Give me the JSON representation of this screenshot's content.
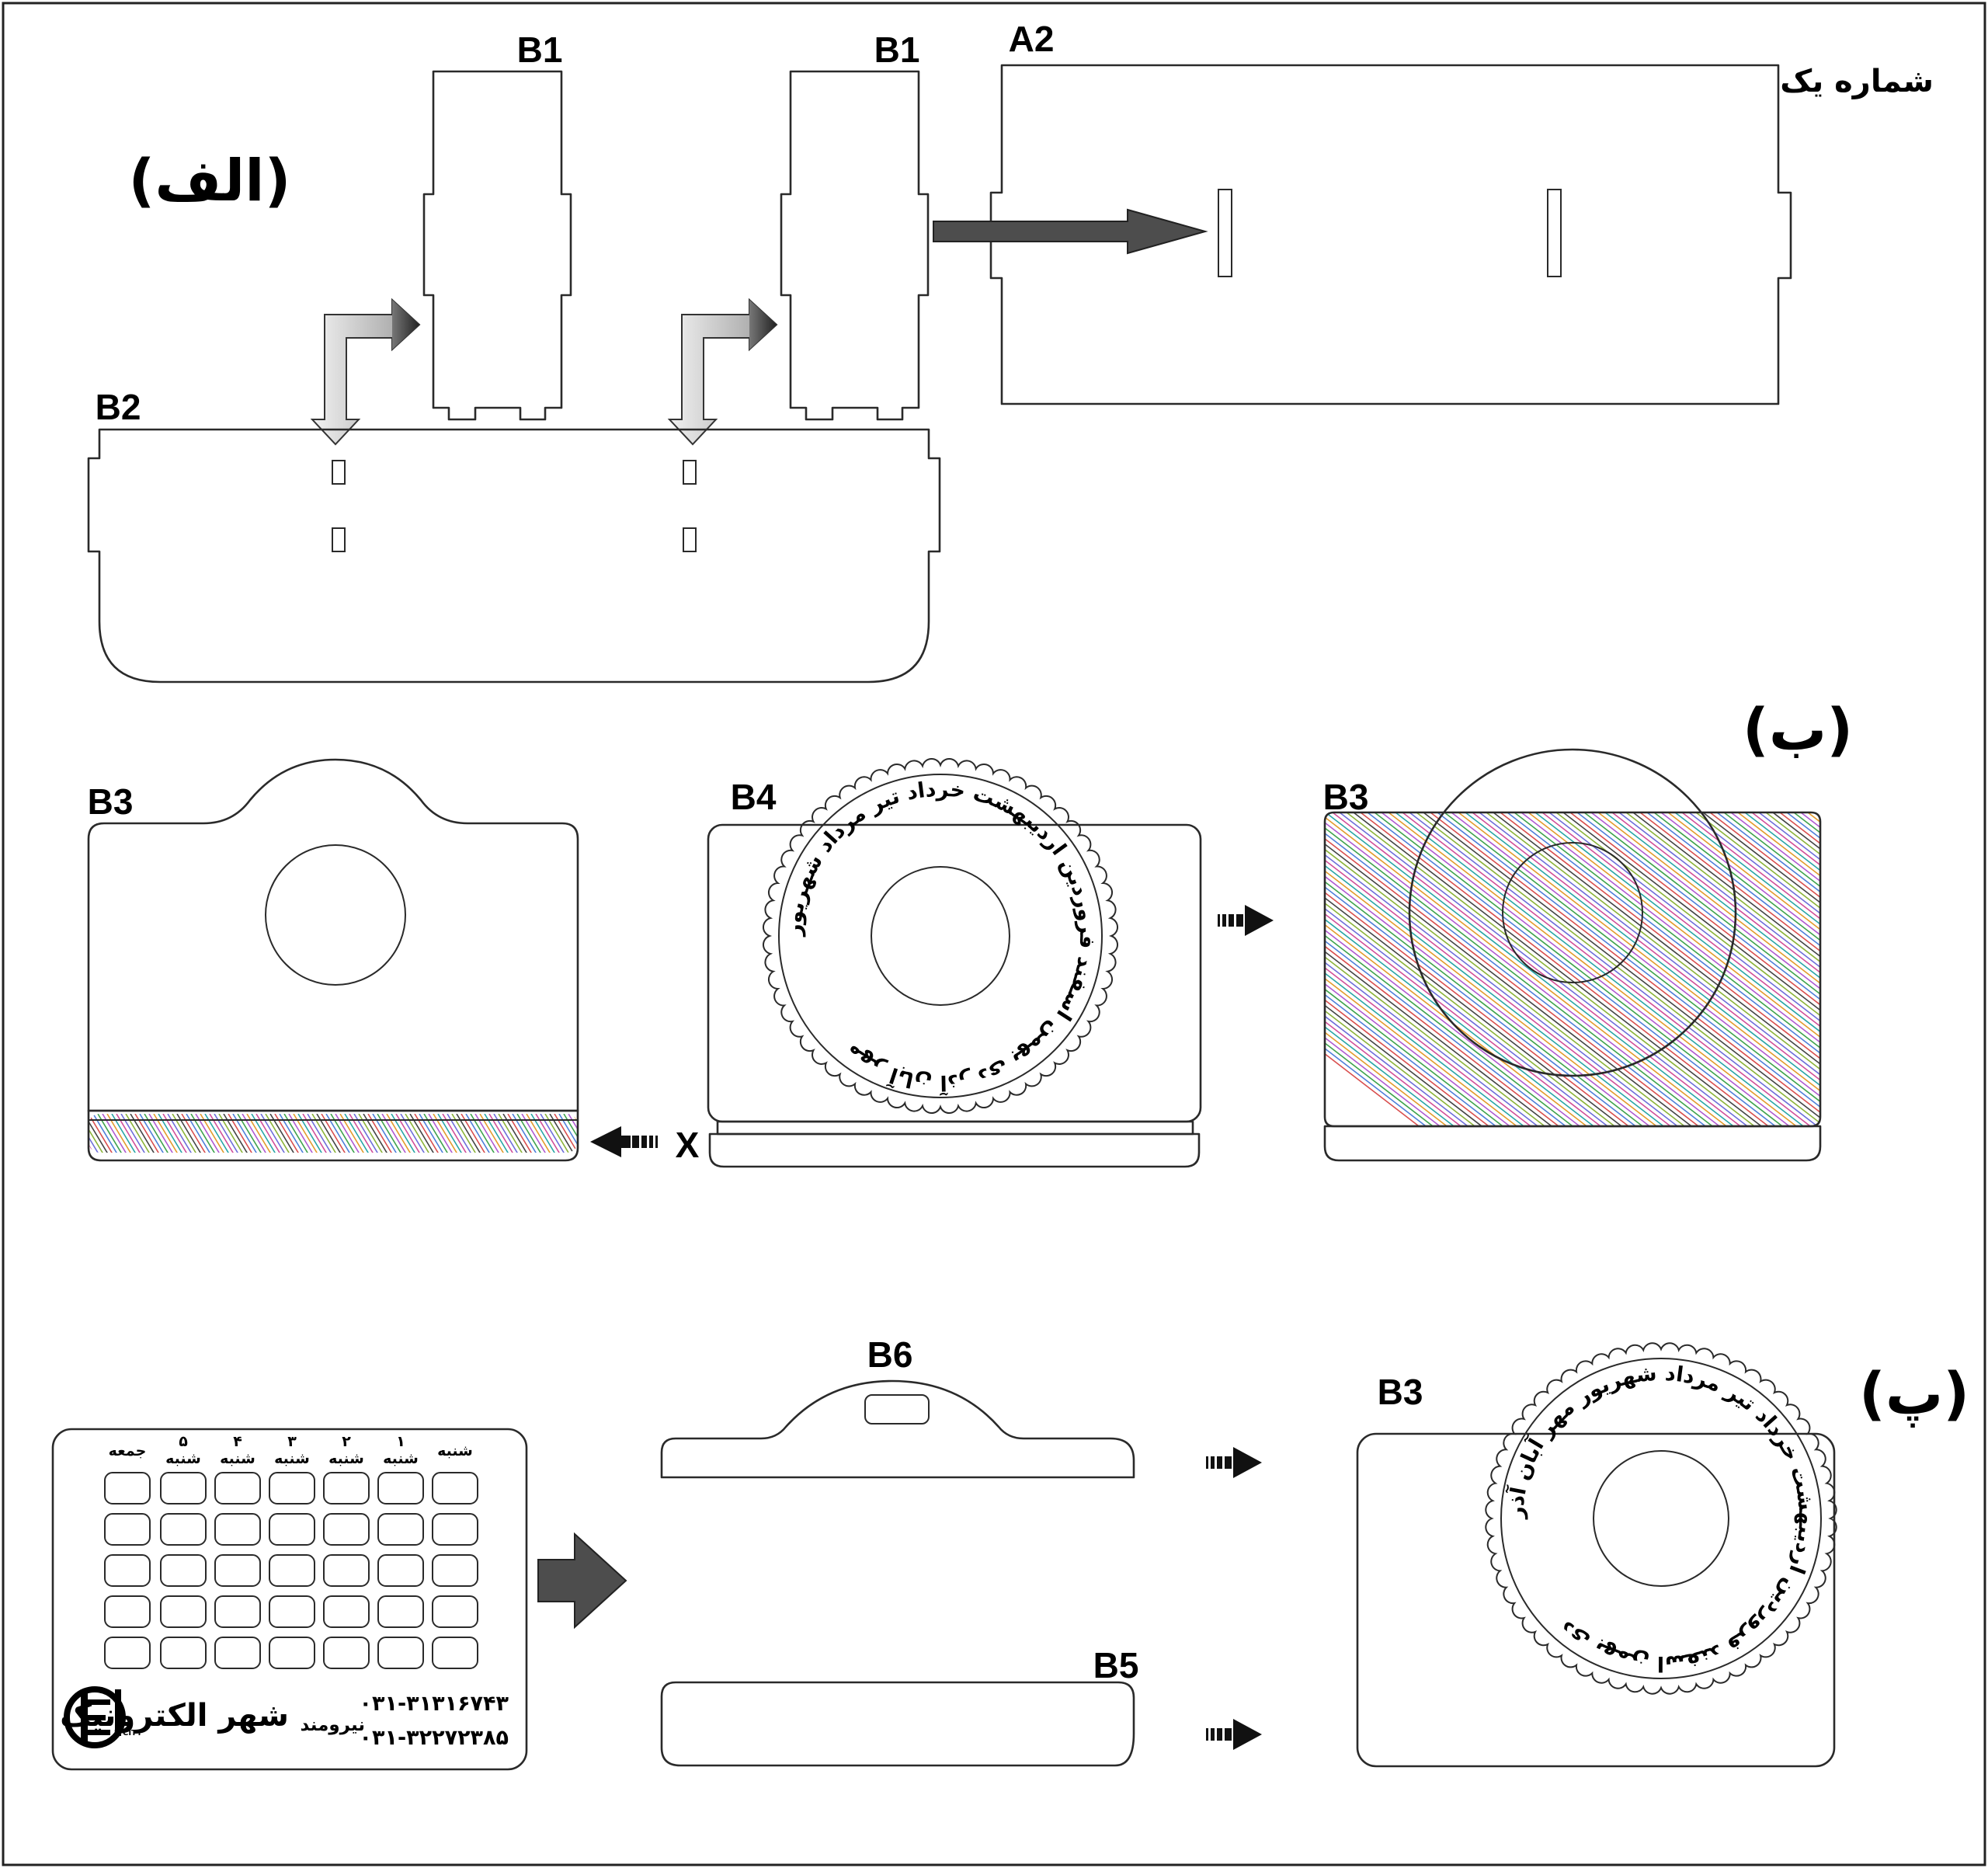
{
  "title": "شماره یک",
  "sections": {
    "alef": "(الف)",
    "be": "(ب)",
    "pe": "(پ)"
  },
  "parts": {
    "b1": "B1",
    "a2": "A2",
    "b2": "B2",
    "b3": "B3",
    "b4": "B4",
    "b5": "B5",
    "b6": "B6"
  },
  "x_mark": "X",
  "dial_b4": {
    "months": [
      "مهر",
      "آبان",
      "آذر",
      "دی",
      "بهمن",
      "اسفند",
      "فروردین",
      "اردیبهشت",
      "خرداد",
      "تیر",
      "مرداد",
      "شهریور"
    ]
  },
  "dial_pe": {
    "months": [
      "دی",
      "بهمن",
      "اسفند",
      "فروردین",
      "اردیبهشت",
      "خرداد",
      "تیر",
      "مرداد",
      "شهریور",
      "مهر",
      "آبان",
      "آذر"
    ]
  },
  "calendar": {
    "days": [
      "شنبه",
      "۱ شنبه",
      "۲ شنبه",
      "۳ شنبه",
      "۴ شنبه",
      "۵ شنبه",
      "جمعه"
    ],
    "rows": 5,
    "brand": "شهر الکترونیک",
    "brand_small": "CITY",
    "address": "نیرومند",
    "phone1": "۰۳۱-۳۱۳۱۶۷۴۳",
    "phone2": "۰۳۱-۳۲۲۷۲۳۸۵"
  }
}
